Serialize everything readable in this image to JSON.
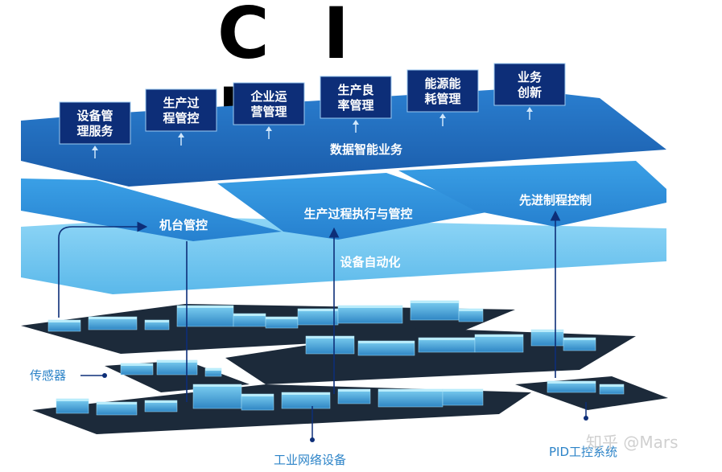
{
  "title": "C I M",
  "services": [
    {
      "line1": "设备管",
      "line2": "理服务"
    },
    {
      "line1": "生产过",
      "line2": "程管控"
    },
    {
      "line1": "企业运",
      "line2": "营管理"
    },
    {
      "line1": "生产良",
      "line2": "率管理"
    },
    {
      "line1": "能源能",
      "line2": "耗管理"
    },
    {
      "line1": "业务",
      "line2": "创新"
    }
  ],
  "layers": {
    "data_intelligence": "数据智能业务",
    "machine_control": "机台管控",
    "execution_control": "生产过程执行与管控",
    "advanced_control": "先进制程控制",
    "automation": "设备自动化"
  },
  "labels": {
    "sensor": "传感器",
    "network": "工业网络设备",
    "pid": "PID工控系统"
  },
  "watermark": "知乎 @Mars",
  "colors": {
    "top_layer": "#1f6fbf",
    "mid_layer": "#2b8ed8",
    "bottom_layer": "#6cc4ef",
    "service_box": "#0d2e78",
    "platform": "#1c2a3a",
    "building": "#56b6e2"
  }
}
